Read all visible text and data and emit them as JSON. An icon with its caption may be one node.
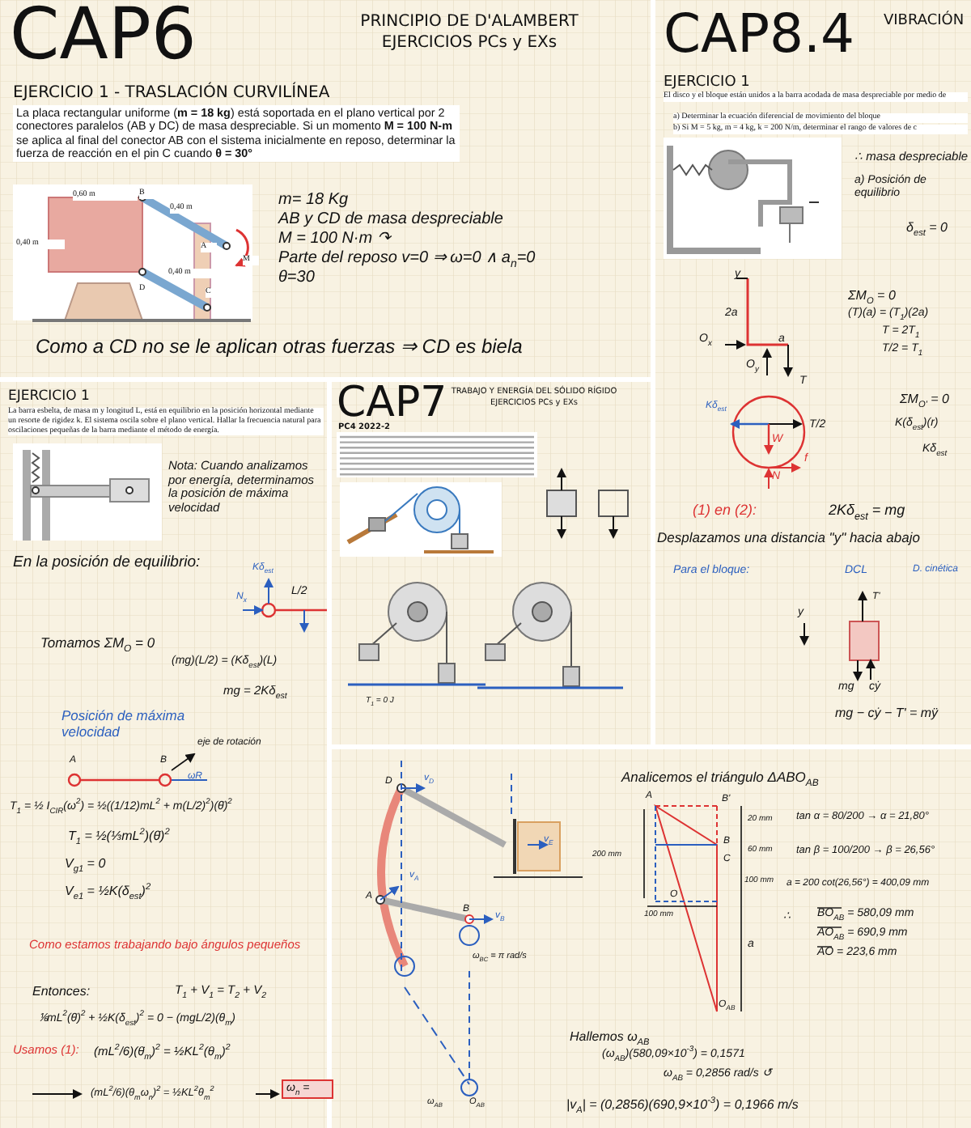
{
  "diagram": {
    "labels": [
      "CAP6",
      "PRINCIPIO DE D'ALAMBERT",
      "EJERCICIOS PCs y EXs",
      "EJERCICIO 1 - TRASLACIÓN CURVILÍNEA",
      "La placa rectangular uniforme (**m = 18 kg**) está soportada en el plano vertical por 2 conectores paralelos (AB y DC) de masa despreciable. Si un momento **M = 100 N-m** se aplica al final del conector AB con el sistema inicialmente en reposo, determinar la fuerza de reacción en el pin C cuando **θ = 30°**",
      "0,60 m",
      "B",
      "0,40 m",
      "0,40 m",
      "A",
      "M",
      "0,40 m",
      "D",
      "C",
      "m= 18 Kg",
      "AB y CD de masa despreciable",
      "M = 100 N·m ↷",
      "Parte del reposo v=0 ⇒ ω=0 ∧ a$_{n}$=0",
      "θ=30",
      "Como a CD no se le aplican otras fuerzas ⇒ CD es biela",
      "CAP8.4",
      "VIBRACIÓN",
      "EJERCICIO 1",
      "El disco y el bloque están unidos a la barra acodada de masa despreciable por medio de",
      "a) Determinar la ecuación diferencial de movimiento del bloque",
      "b) Si M = 5 kg, m = 4 kg, k = 200 N/m, determinar el rango de valores de c",
      "∴ masa despreciable",
      "a) Posición de equilibrio",
      "δ$_{est}$ = 0",
      "y",
      "2a",
      "O$_{x}$",
      "a",
      "O$_{y}$",
      "T",
      "ΣM$_{O}$ = 0",
      "(T)(a) = (T$_{1}$)(2a)",
      "T = 2T$_{1}$",
      "T/2 = T$_{1}$",
      "Kδ$_{est}$",
      "W",
      "T/2",
      "f",
      "N",
      "ΣM$_{O'}$ = 0",
      "K(δ$_{est}$)(r)",
      "Kδ$_{est}$",
      "(1) en (2):",
      "2Kδ$_{est}$ = mg",
      "Desplazamos una distancia \"y\" hacia abajo",
      "Para el bloque:",
      "DCL",
      "D. cinética",
      "y",
      "T'",
      "mg",
      "cẏ",
      "mg − cẏ − T' = mÿ",
      "EJERCICIO 1",
      "La barra esbelta, de masa m y longitud L, está en equilibrio en la posición horizontal mediante un resorte de rigidez k. El sistema oscila sobre el plano vertical. Hallar la frecuencia natural para oscilaciones pequeñas de la barra mediante el método de energía.",
      "Nota: Cuando analizamos por energía, determinamos la posición de máxima velocidad",
      "En la posición de equilibrio:",
      "Kδ$_{est}$",
      "N$_{x}$",
      "L/2",
      "Tomamos ΣM$_{O}$ = 0",
      "(mg)(L/2) = (Kδ$_{est}$)(L)",
      "mg = 2Kδ$_{est}$",
      "Posición de máxima velocidad",
      "A",
      "B",
      "eje de rotación",
      "ωR",
      "T$_{1}$ = ½ I$_{CIR}$(ω$^{2}$) = ½((1/12)mL$^{2}$ + m(L/2)$^{2}$)(θ̇)$^{2}$",
      "T$_{1}$ = ½(⅓mL$^{2}$)(θ̇)$^{2}$",
      "V$_{g1}$ = 0",
      "V$_{e1}$ = ½K(δ$_{est}$)$^{2}$",
      "Como estamos trabajando bajo ángulos pequeños",
      "Entonces:",
      "T$_{1}$ + V$_{1}$ = T$_{2}$ + V$_{2}$",
      "⅙mL$^{2}$(θ̇)$^{2}$ + ½K(δ$_{est}$)$^{2}$ = 0 − (mgL/2)(θ$_{m}$)",
      "Usamos (1):",
      "(mL$^{2}$/6)(θ̇$_{m}$)$^{2}$ = ½KL$^{2}$(θ$_{m}$)$^{2}$",
      "(mL$^{2}$/6)(θ$_{m}$ω$_{n}$)$^{2}$ = ½KL$^{2}$θ$_{m}$$^{2}$",
      "ω$_{n}$ =",
      "CAP7",
      "TRABAJO Y ENERGÍA DEL SÓLIDO RÍGIDO",
      "EJERCICIOS PCs y EXs",
      "PC4 2022-2",
      "T$_{1}$ = 0 J",
      "Analicemos el triángulo ΔABO$_{AB}$",
      "A",
      "B'",
      "B",
      "C",
      "O",
      "O$_{AB}$",
      "20 mm",
      "60 mm",
      "100 mm",
      "200 mm",
      "100 mm",
      "a",
      "tan α = 80/200 → α = 21,80°",
      "tan β = 100/200 → β = 26,56°",
      "a = 200 cot(26,56°) = 400,09 mm",
      "∴",
      "BO$_{AB}$ = 580,09 mm",
      "AO$_{AB}$ = 690,9 mm",
      "AO = 223,6 mm",
      "Hallemos ω$_{AB}$",
      "(ω$_{AB}$)(580,09×10$^{-3}$) = 0,1571",
      "ω$_{AB}$ = 0,2856 rad/s ↺",
      "|v$_{A}$| = (0,2856)(690,9×10$^{-3}$) = 0,1966 m/s",
      "D",
      "v$_{D}$",
      "v$_{E}$",
      "A",
      "v$_{A}$",
      "B",
      "v$_{B}$",
      "ω$_{BC}$ = π rad/s",
      "ω$_{AB}$",
      "O$_{AB}$"
    ]
  }
}
